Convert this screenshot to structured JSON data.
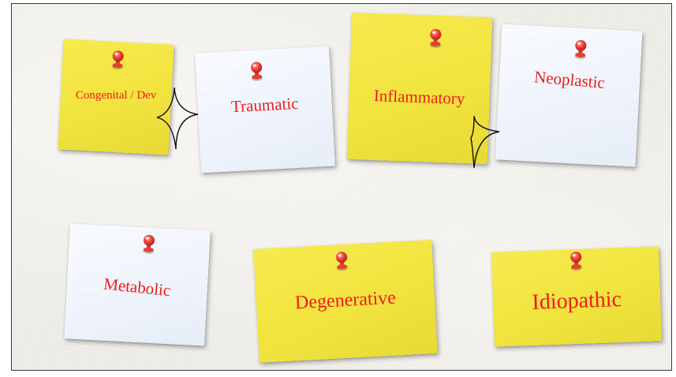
{
  "colors": {
    "note_yellow": "#f2e43e",
    "note_white": "#eef3fb",
    "label_red": "#ee1c1c",
    "pin_red": "#e83a3a",
    "board_bg": "#efede7"
  },
  "notes": [
    {
      "label": "Congenital / Dev",
      "color": "yellow"
    },
    {
      "label": "Traumatic",
      "color": "white"
    },
    {
      "label": "Inflammatory",
      "color": "yellow"
    },
    {
      "label": "Neoplastic",
      "color": "white"
    },
    {
      "label": "Metabolic",
      "color": "white"
    },
    {
      "label": "Degenerative",
      "color": "yellow"
    },
    {
      "label": "Idiopathic",
      "color": "yellow"
    }
  ],
  "icons": {
    "pin": "push-pin-icon",
    "connector": "sparkle-connector-icon"
  }
}
